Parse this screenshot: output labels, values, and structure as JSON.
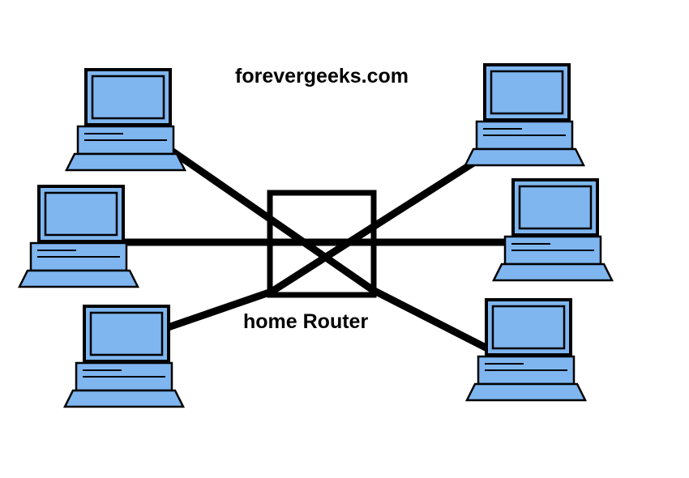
{
  "watermark": "forevergeeks.com",
  "router": {
    "label": "home Router"
  },
  "computers": [
    {
      "id": "top-left"
    },
    {
      "id": "middle-left"
    },
    {
      "id": "bottom-left"
    },
    {
      "id": "top-right"
    },
    {
      "id": "middle-right"
    },
    {
      "id": "bottom-right"
    }
  ],
  "colors": {
    "device_fill": "#7fb6f0",
    "outline": "#000000",
    "background": "#ffffff"
  }
}
